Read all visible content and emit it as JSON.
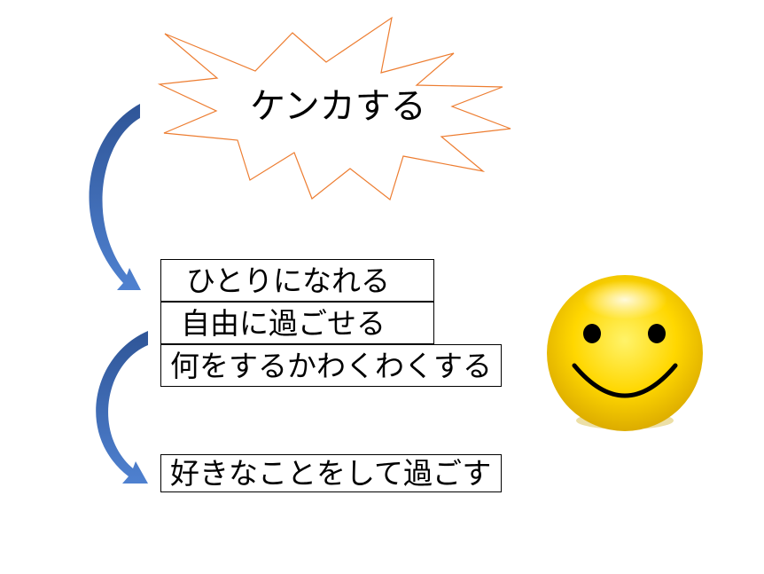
{
  "burst": {
    "text": "ケンカする",
    "outline_color": "#ED7D31"
  },
  "steps": [
    {
      "text": "ひとりになれる"
    },
    {
      "text": "自由に過ごせる"
    },
    {
      "text": "何をするかわくわくする"
    },
    {
      "text": "好きなことをして過ごす"
    }
  ],
  "arrow_color": "#4472C4",
  "smiley": {
    "face_color": "#FFD700",
    "feature_color": "#000000"
  }
}
